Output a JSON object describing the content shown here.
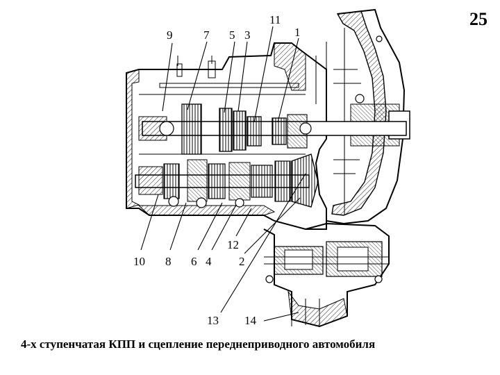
{
  "page_number": "25",
  "caption": "4-х ступенчатая КПП и сцепление переднеприводного автомобиля",
  "callouts": {
    "c9": "9",
    "c7": "7",
    "c5": "5",
    "c3": "3",
    "c11": "11",
    "c1": "1",
    "c10": "10",
    "c8": "8",
    "c6": "6",
    "c4": "4",
    "c12": "12",
    "c2": "2",
    "c13": "13",
    "c14": "14"
  }
}
